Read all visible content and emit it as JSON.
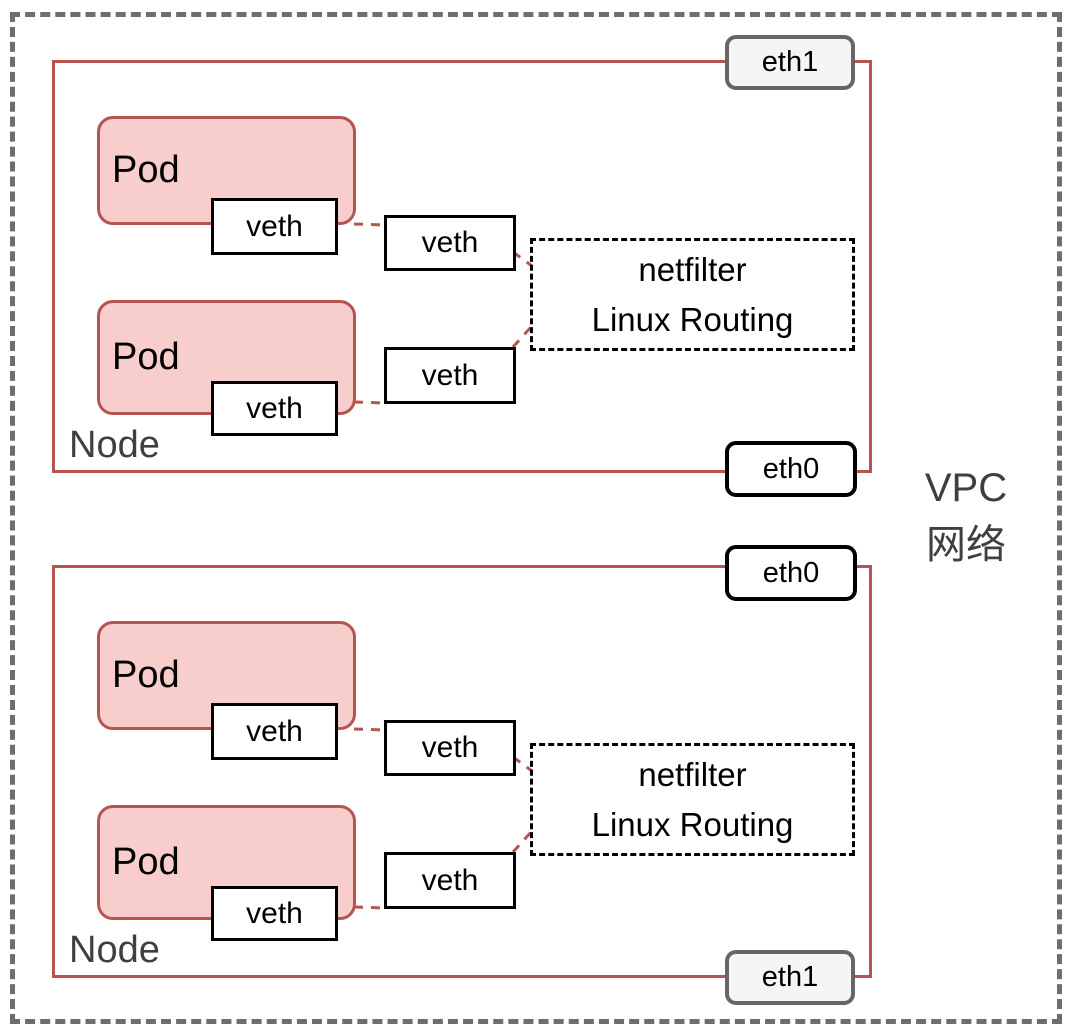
{
  "diagram": {
    "vpc": {
      "label_line1": "VPC",
      "label_line2": "网络"
    },
    "nodes": [
      {
        "label": "Node",
        "top_interface": "eth1",
        "bottom_interface": "eth0",
        "router": {
          "line1": "netfilter",
          "line2": "Linux Routing"
        },
        "pods": [
          {
            "label": "Pod",
            "veth_label": "veth"
          },
          {
            "label": "Pod",
            "veth_label": "veth"
          }
        ],
        "bridge_veths": [
          "veth",
          "veth"
        ]
      },
      {
        "label": "Node",
        "top_interface": "eth0",
        "bottom_interface": "eth1",
        "router": {
          "line1": "netfilter",
          "line2": "Linux Routing"
        },
        "pods": [
          {
            "label": "Pod",
            "veth_label": "veth"
          },
          {
            "label": "Pod",
            "veth_label": "veth"
          }
        ],
        "bridge_veths": [
          "veth",
          "veth"
        ]
      }
    ],
    "colors": {
      "node_border": "#b85450",
      "pod_fill": "#f8cecc",
      "pod_border": "#b85450",
      "connector_red": "#b85450",
      "outer_dashed_border": "#6e6e6e",
      "eth1_badge_border": "#666666",
      "eth1_badge_fill": "#f5f5f5",
      "eth0_badge_border": "#000000",
      "eth0_badge_fill": "#ffffff",
      "gray_label_text": "#3f3f3f",
      "router_border": "#000000"
    }
  }
}
